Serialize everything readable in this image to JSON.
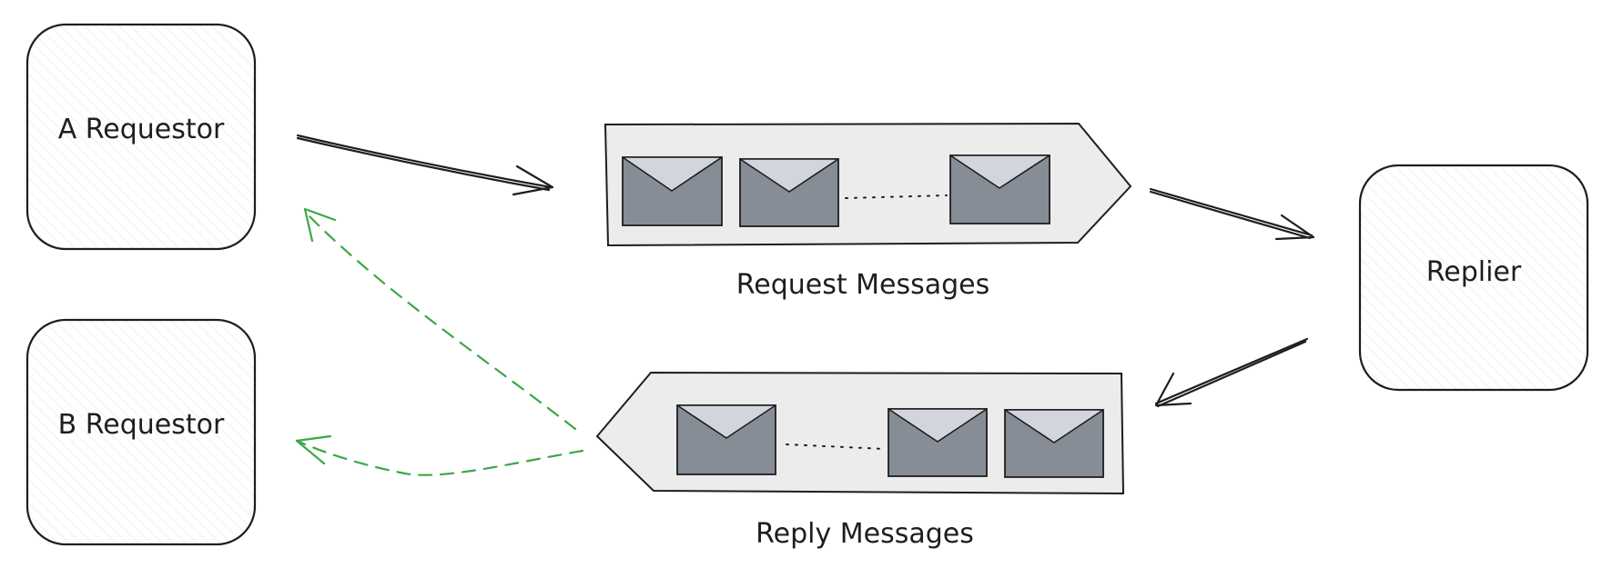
{
  "nodes": {
    "a_requestor": "A Requestor",
    "b_requestor": "B Requestor",
    "replier": "Replier"
  },
  "queues": {
    "request": "Request Messages",
    "reply": "Reply Messages"
  },
  "colors": {
    "stroke": "#1e1e1e",
    "node_fill": "#f8f8f8",
    "queue_fill": "#ececec",
    "envelope_body": "#868d96",
    "envelope_flap": "#d2d6dc",
    "reply_arrow": "#3aa845"
  }
}
